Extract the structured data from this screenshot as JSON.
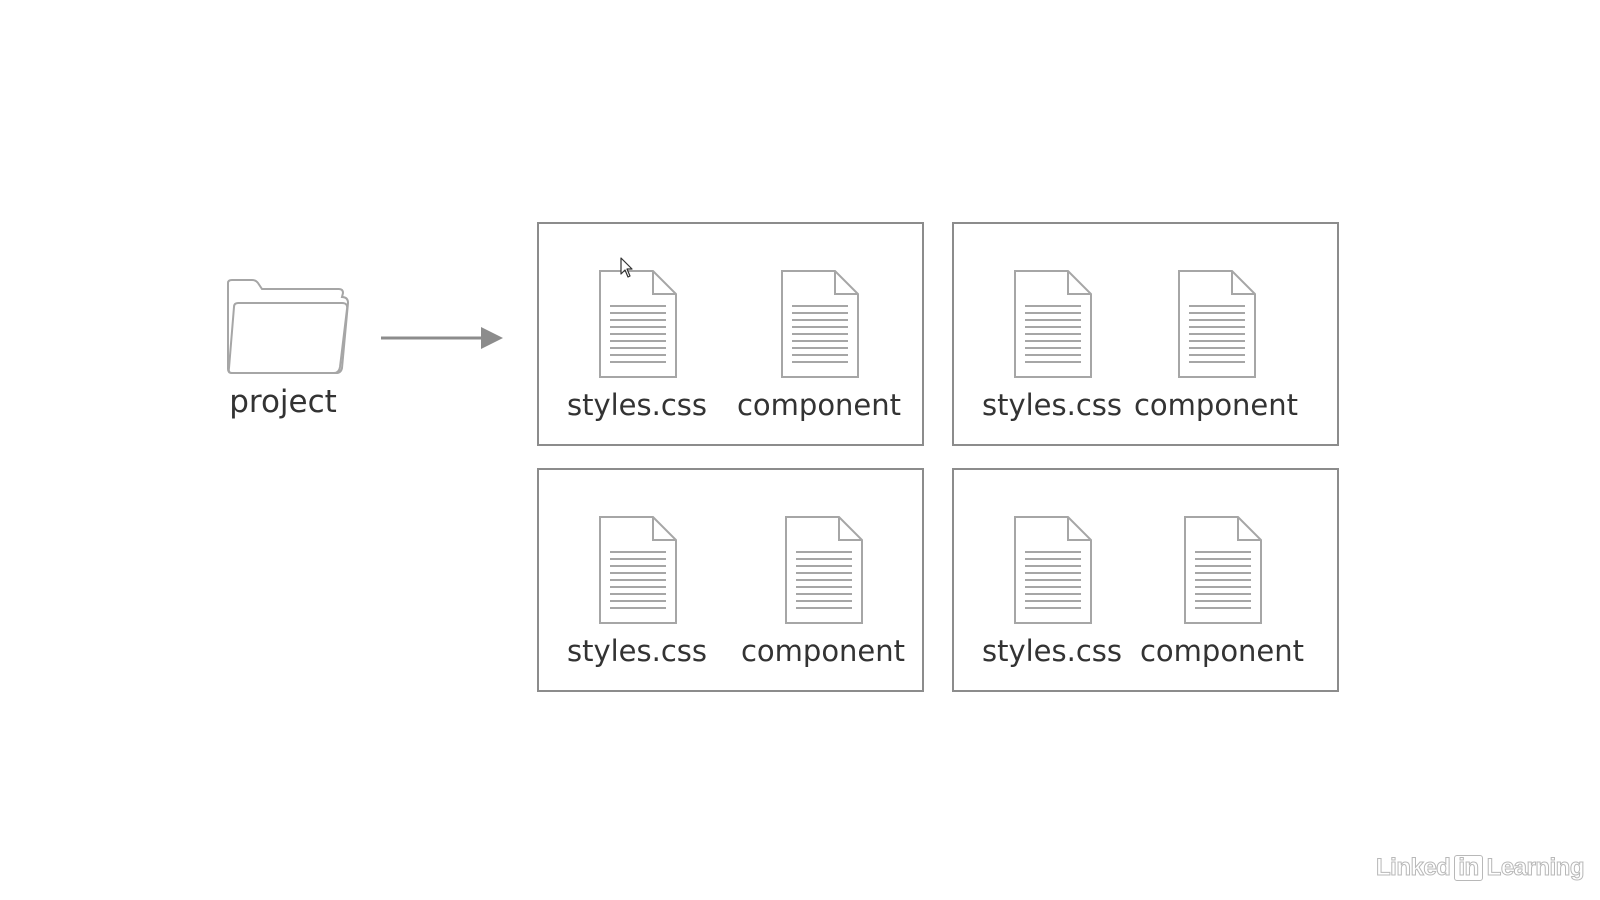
{
  "folder": {
    "label": "project",
    "icon": "folder-icon"
  },
  "arrow": {
    "icon": "right-arrow-icon"
  },
  "modules": [
    {
      "files": [
        {
          "label": "styles.css",
          "icon": "document-icon"
        },
        {
          "label": "component",
          "icon": "document-icon"
        }
      ]
    },
    {
      "files": [
        {
          "label": "styles.css",
          "icon": "document-icon"
        },
        {
          "label": "component",
          "icon": "document-icon"
        }
      ]
    },
    {
      "files": [
        {
          "label": "styles.css",
          "icon": "document-icon"
        },
        {
          "label": "component",
          "icon": "document-icon"
        }
      ]
    },
    {
      "files": [
        {
          "label": "styles.css",
          "icon": "document-icon"
        },
        {
          "label": "component",
          "icon": "document-icon"
        }
      ]
    }
  ],
  "watermark": {
    "brand_part_1": "Linked",
    "brand_part_2": "in",
    "brand_part_3": "Learning"
  },
  "colors": {
    "stroke": "#8c8c8c",
    "icon_outline": "#a6a6a6",
    "text": "#333333",
    "background": "#ffffff"
  }
}
